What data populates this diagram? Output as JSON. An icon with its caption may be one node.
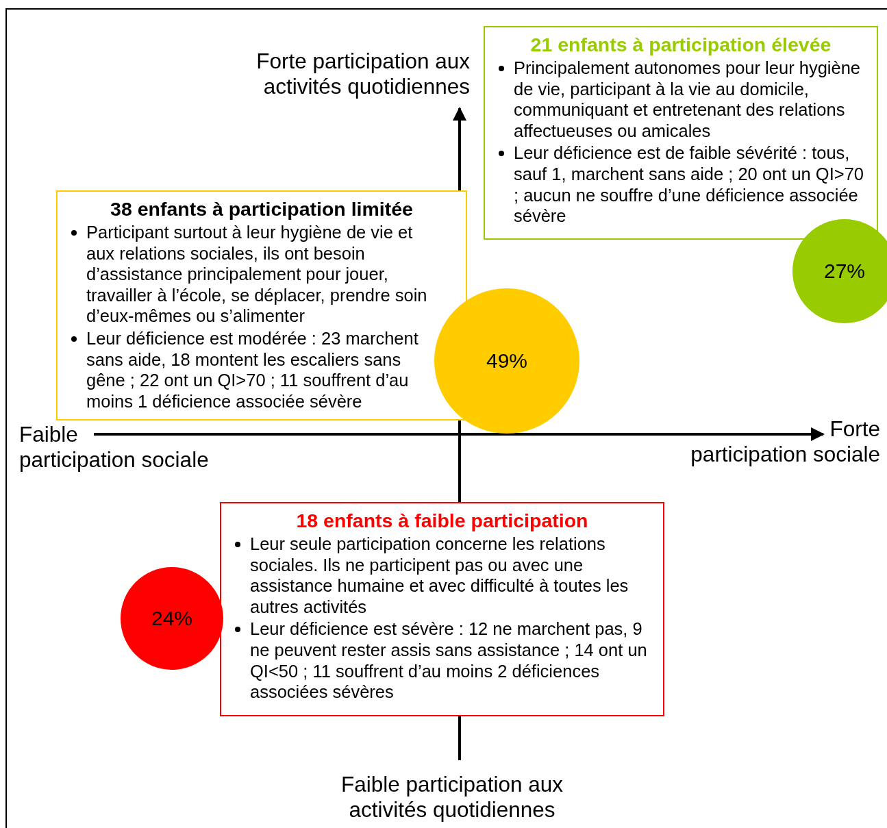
{
  "diagram": {
    "nodes": [
      {
        "text": [
          "21 enfants à participation élevée",
          "Principalement autonomes pour leur hygiène de vie, participant à la vie au domicile, communiquant et entretenant des relations affectueuses ou amicales",
          "Leur déficience est de faible sévérité : tous, sauf 1, marchent sans aide ; 20 ont un QI>70 ; aucun ne souffre d’une déficience associée sévère"
        ]
      },
      {
        "text": [
          "27%"
        ]
      },
      {
        "text": [
          "38 enfants à participation limitée",
          "Participant surtout à leur hygiène de vie et aux relations sociales, ils ont besoin d’assistance principalement pour jouer, travailler à l’école, se déplacer, prendre soin d’eux-mêmes ou s’alimenter",
          "Leur déficience est modérée : 23 marchent sans aide, 18 montent les escaliers sans gêne ; 22 ont un QI>70 ; 11 souffrent d’au moins 1 déficience associée sévère"
        ]
      },
      {
        "text": [
          "49%"
        ]
      },
      {
        "text": [
          "18 enfants à faible participation",
          "Leur seule participation concerne les relations sociales. Ils ne participent pas ou avec une assistance humaine et avec difficulté à toutes les autres activités",
          "Leur déficience est sévère : 12 ne marchent pas, 9 ne peuvent rester assis sans assistance ; 14 ont un QI<50 ; 11 souffrent d’au moins 2 déficiences associées sévères"
        ]
      },
      {
        "text": [
          "24%"
        ]
      }
    ],
    "labels": [
      "Forte participation aux activités quotidiennes",
      "Faible participation sociale",
      "Forte participation sociale",
      "Faible participation aux activités quotidiennes"
    ]
  }
}
